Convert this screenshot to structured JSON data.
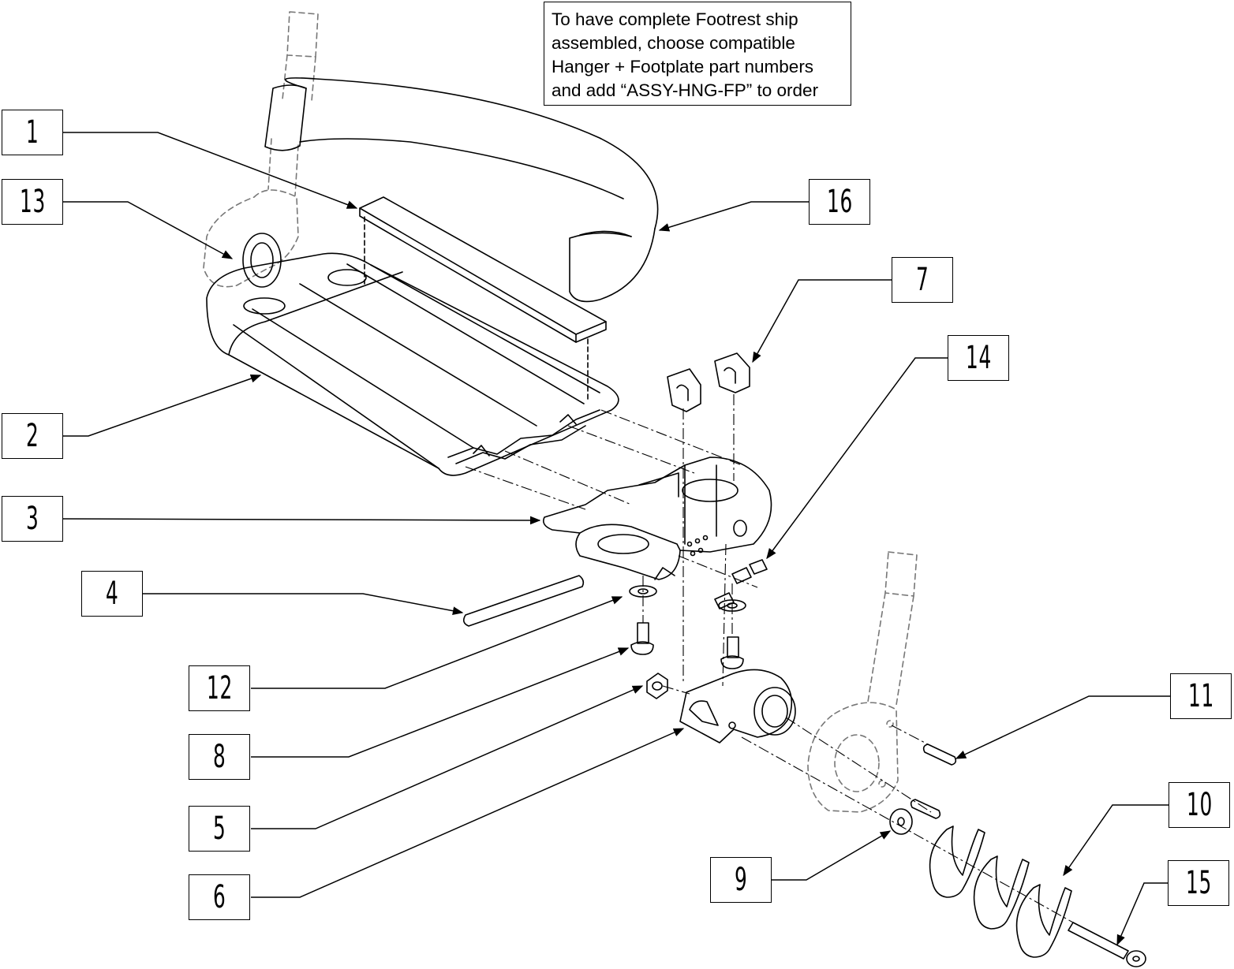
{
  "note": {
    "lines": [
      "To have complete Footrest ship",
      "assembled, choose compatible",
      "Hanger + Footplate part numbers",
      "and add “ASSY-HNG-FP” to order"
    ]
  },
  "callouts": [
    {
      "id": "1",
      "label": "1"
    },
    {
      "id": "13",
      "label": "13"
    },
    {
      "id": "2",
      "label": "2"
    },
    {
      "id": "3",
      "label": "3"
    },
    {
      "id": "4",
      "label": "4"
    },
    {
      "id": "12",
      "label": "12"
    },
    {
      "id": "8",
      "label": "8"
    },
    {
      "id": "5",
      "label": "5"
    },
    {
      "id": "6",
      "label": "6"
    },
    {
      "id": "16",
      "label": "16"
    },
    {
      "id": "7",
      "label": "7"
    },
    {
      "id": "14",
      "label": "14"
    },
    {
      "id": "11",
      "label": "11"
    },
    {
      "id": "10",
      "label": "10"
    },
    {
      "id": "15",
      "label": "15"
    },
    {
      "id": "9",
      "label": "9"
    }
  ]
}
